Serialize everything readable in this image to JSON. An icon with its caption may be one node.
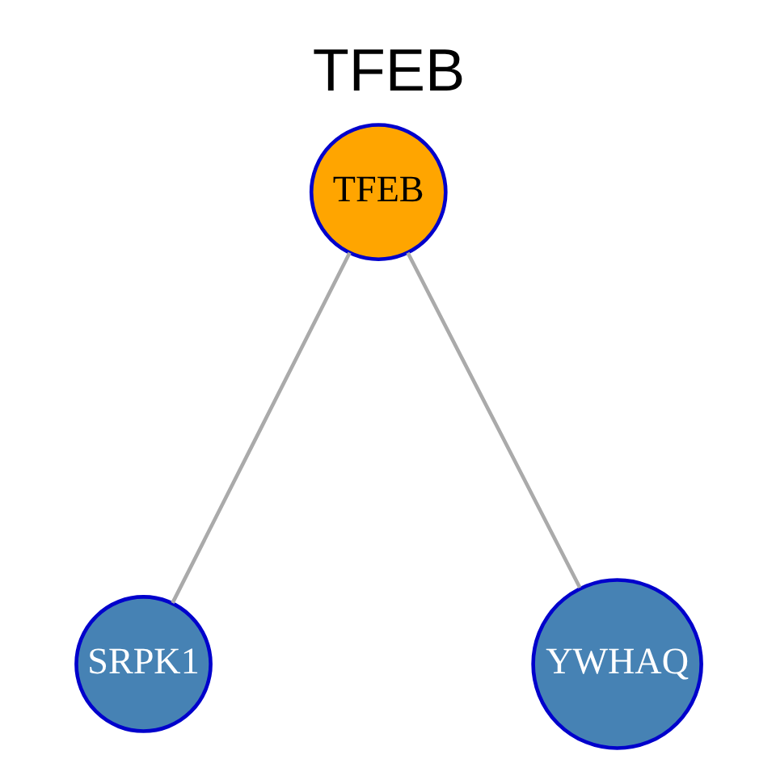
{
  "diagram": {
    "title": "TFEB",
    "nodes": [
      {
        "text": [
          "TFEB"
        ]
      },
      {
        "text": [
          "SRPK1"
        ]
      },
      {
        "text": [
          "YWHAQ"
        ]
      }
    ],
    "edges": [
      {
        "from": 0,
        "to": 1,
        "arrow": "none"
      },
      {
        "from": 0,
        "to": 2,
        "arrow": "none"
      }
    ]
  }
}
